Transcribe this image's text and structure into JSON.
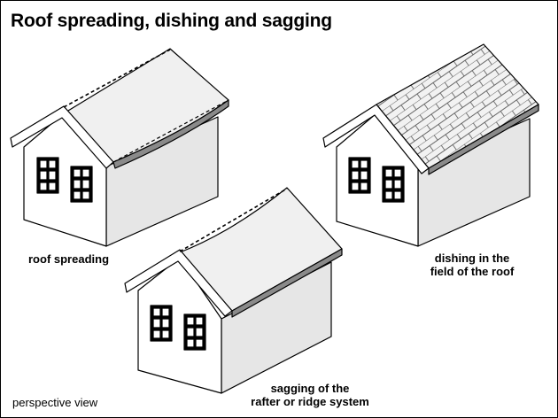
{
  "title": "Roof spreading, dishing and sagging",
  "labels": {
    "roof_spreading": "roof spreading",
    "dishing_line1": "dishing in the",
    "dishing_line2": "field of the roof",
    "sagging_line1": "sagging of the",
    "sagging_line2": "rafter or ridge system"
  },
  "footer": "perspective view",
  "colors": {
    "outline": "#000000",
    "wall_front": "#ffffff",
    "wall_side": "#e6e6e6",
    "roof": "#f0f0f0",
    "fascia": "#8a8a8a"
  }
}
